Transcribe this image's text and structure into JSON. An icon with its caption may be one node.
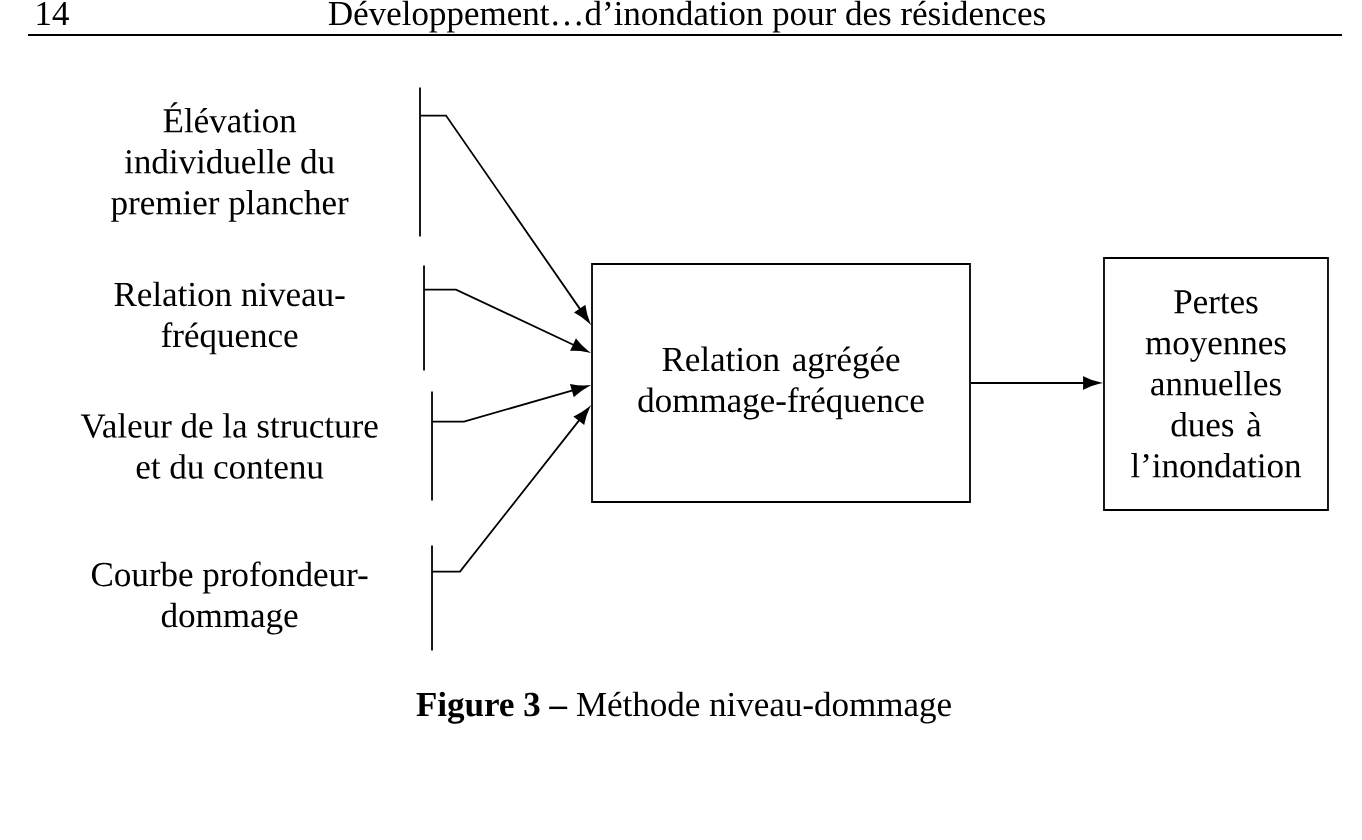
{
  "diagram": {
    "caption": "**Figure 3 –** Méthode niveau-dommage",
    "nodes": [
      {
        "text": [
          "Élévation individuelle du premier plancher"
        ]
      },
      {
        "text": [
          "Relation niveau-fréquence"
        ]
      },
      {
        "text": [
          "Valeur de la structure et du contenu"
        ]
      },
      {
        "text": [
          "Courbe profondeur-dommage"
        ]
      },
      {
        "text": [
          "Relation agrégée dommage-fréquence"
        ]
      },
      {
        "text": [
          "Pertes moyennes annuelles dues à l’inondation"
        ]
      }
    ],
    "edges": [
      {
        "from": 0,
        "to": 4,
        "arrow": "to"
      },
      {
        "from": 1,
        "to": 4,
        "arrow": "to"
      },
      {
        "from": 2,
        "to": 4,
        "arrow": "to"
      },
      {
        "from": 3,
        "to": 4,
        "arrow": "to"
      },
      {
        "from": 4,
        "to": 5,
        "arrow": "to"
      }
    ],
    "labels": [
      "14",
      "Développement…d’inondation pour des résidences"
    ]
  }
}
